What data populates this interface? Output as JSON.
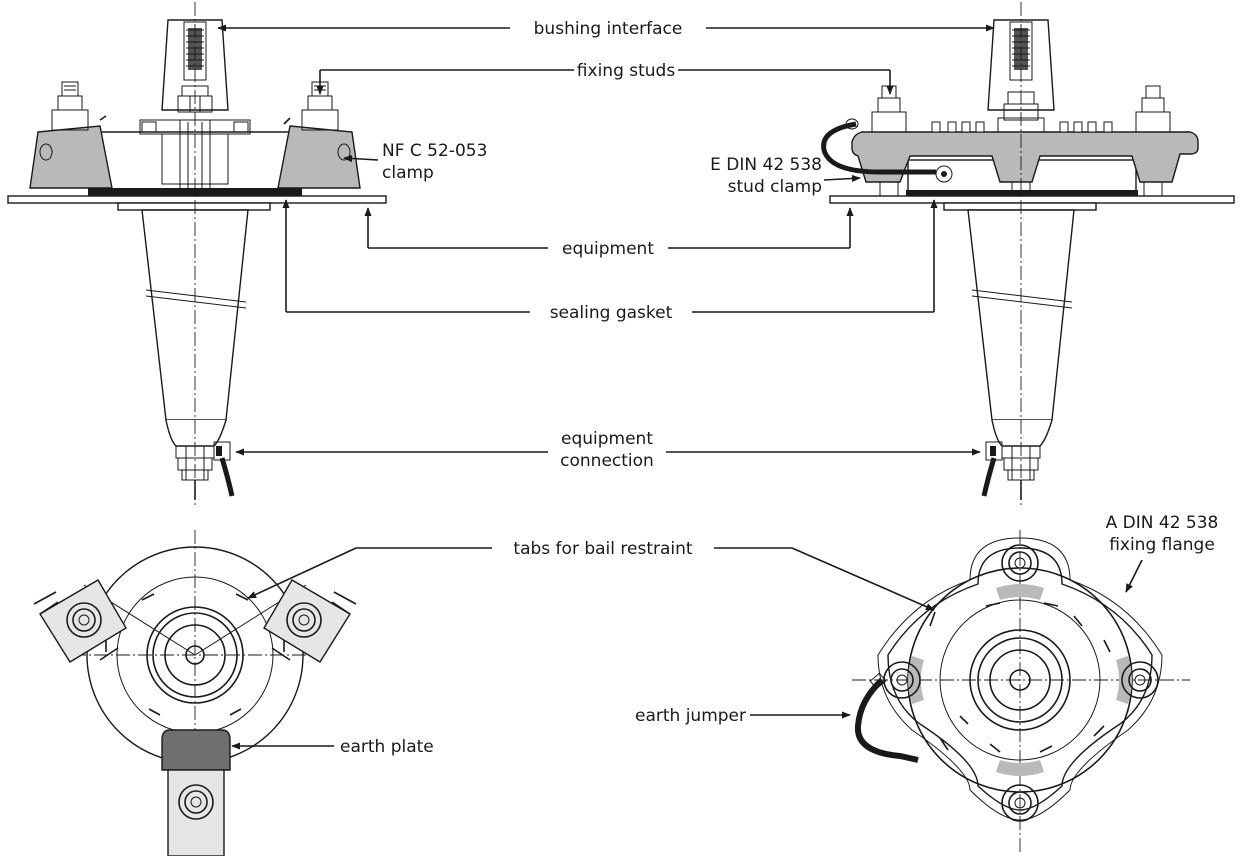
{
  "labels": {
    "bushing_interface": "bushing interface",
    "fixing_studs": "fixing studs",
    "nfc_line1": "NF C 52-053",
    "nfc_line2": "clamp",
    "edin_line1": "E DIN 42 538",
    "edin_line2": "stud clamp",
    "equipment": "equipment",
    "sealing_gasket": "sealing gasket",
    "equipment_connection_line1": "equipment",
    "equipment_connection_line2": "connection",
    "tabs_for_bail_restraint": "tabs for bail restraint",
    "adin_line1": "A DIN 42 538",
    "adin_line2": "fixing flange",
    "earth_jumper": "earth jumper",
    "earth_plate": "earth plate"
  },
  "colors": {
    "ink": "#1a1a1a",
    "grey_fill": "#b9b9b9",
    "light_grey": "#e6e6e6",
    "dark_grey": "#6f6f6f",
    "background": "#ffffff"
  }
}
